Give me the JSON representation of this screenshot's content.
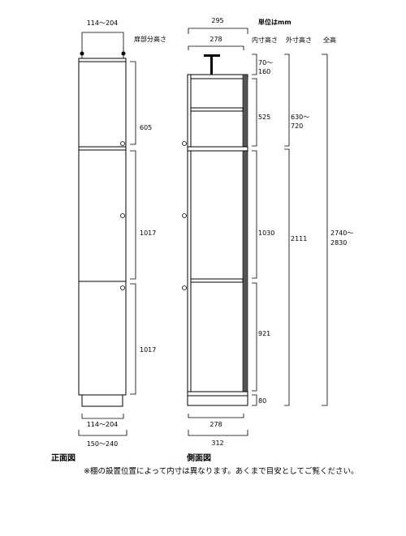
{
  "header": {
    "unit_label": "単位はmm",
    "col_inner": "内寸高さ",
    "col_outer": "外寸高さ",
    "col_total": "全高"
  },
  "front": {
    "top_width": "114〜204",
    "door_height_label": "扉部分高さ",
    "door_heights": [
      "605",
      "1017",
      "1017"
    ],
    "bottom_inner_width": "114〜204",
    "bottom_outer_width": "150〜240",
    "view_label": "正面図"
  },
  "side": {
    "top_outer_depth": "295",
    "top_inner_depth": "278",
    "inner_heights": [
      "70〜160",
      "525",
      "1030",
      "921",
      "80"
    ],
    "outer_upper": "630〜720",
    "outer_lower": "2111",
    "total_height": "2740〜2830",
    "bottom_inner_depth": "278",
    "bottom_outer_depth": "312",
    "view_label": "側面図"
  },
  "footnote": "※棚の設置位置によって内寸は異なります。あくまで目安としてご覧ください。"
}
